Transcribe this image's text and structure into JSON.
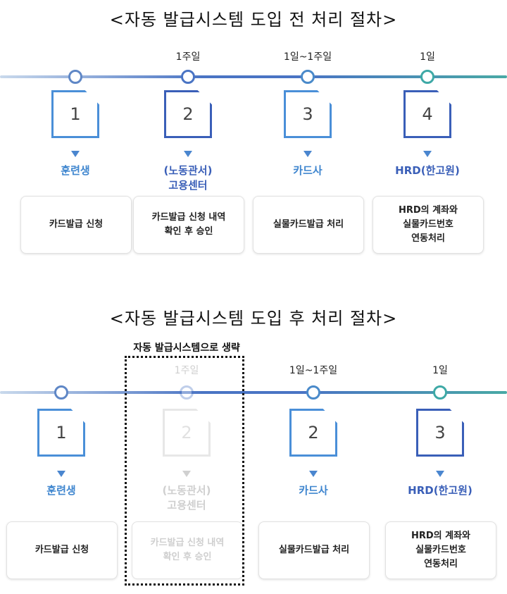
{
  "before": {
    "title": "<자동 발급시스템 도입 전 처리 절차>",
    "steps": [
      {
        "number": "1",
        "time": "",
        "label": "훈련생",
        "box": "카드발급 신청",
        "color": "#4a8fd8"
      },
      {
        "number": "2",
        "time": "1주일",
        "label": "(노동관서)\n고용센터",
        "box": "카드발급 신청 내역\n확인 후 승인",
        "color": "#3a5fb8"
      },
      {
        "number": "3",
        "time": "1일~1주일",
        "label": "카드사",
        "box": "실물카드발급 처리",
        "color": "#4a8fd8"
      },
      {
        "number": "4",
        "time": "1일",
        "label": "HRD(한고원)",
        "box": "HRD의 계좌와\n실물카드번호\n연동처리",
        "color": "#3a5fb8"
      }
    ]
  },
  "after": {
    "title": "<자동 발급시스템 도입 후 처리 절차>",
    "omitted_note": "자동 발급시스템으로 생략",
    "steps": [
      {
        "number": "1",
        "time": "",
        "label": "훈련생",
        "box": "카드발급 신청",
        "color": "#4a8fd8"
      },
      {
        "number": "2",
        "time": "1주일",
        "label": "(노동관서)\n고용센터",
        "box": "카드발급 신청 내역\n확인 후 승인",
        "color": "#bbbbbb",
        "omitted": true
      },
      {
        "number": "2",
        "time": "1일~1주일",
        "label": "카드사",
        "box": "실물카드발급 처리",
        "color": "#4a8fd8"
      },
      {
        "number": "3",
        "time": "1일",
        "label": "HRD(한고원)",
        "box": "HRD의 계좌와\n실물카드번호\n연동처리",
        "color": "#3a5fb8"
      }
    ]
  }
}
